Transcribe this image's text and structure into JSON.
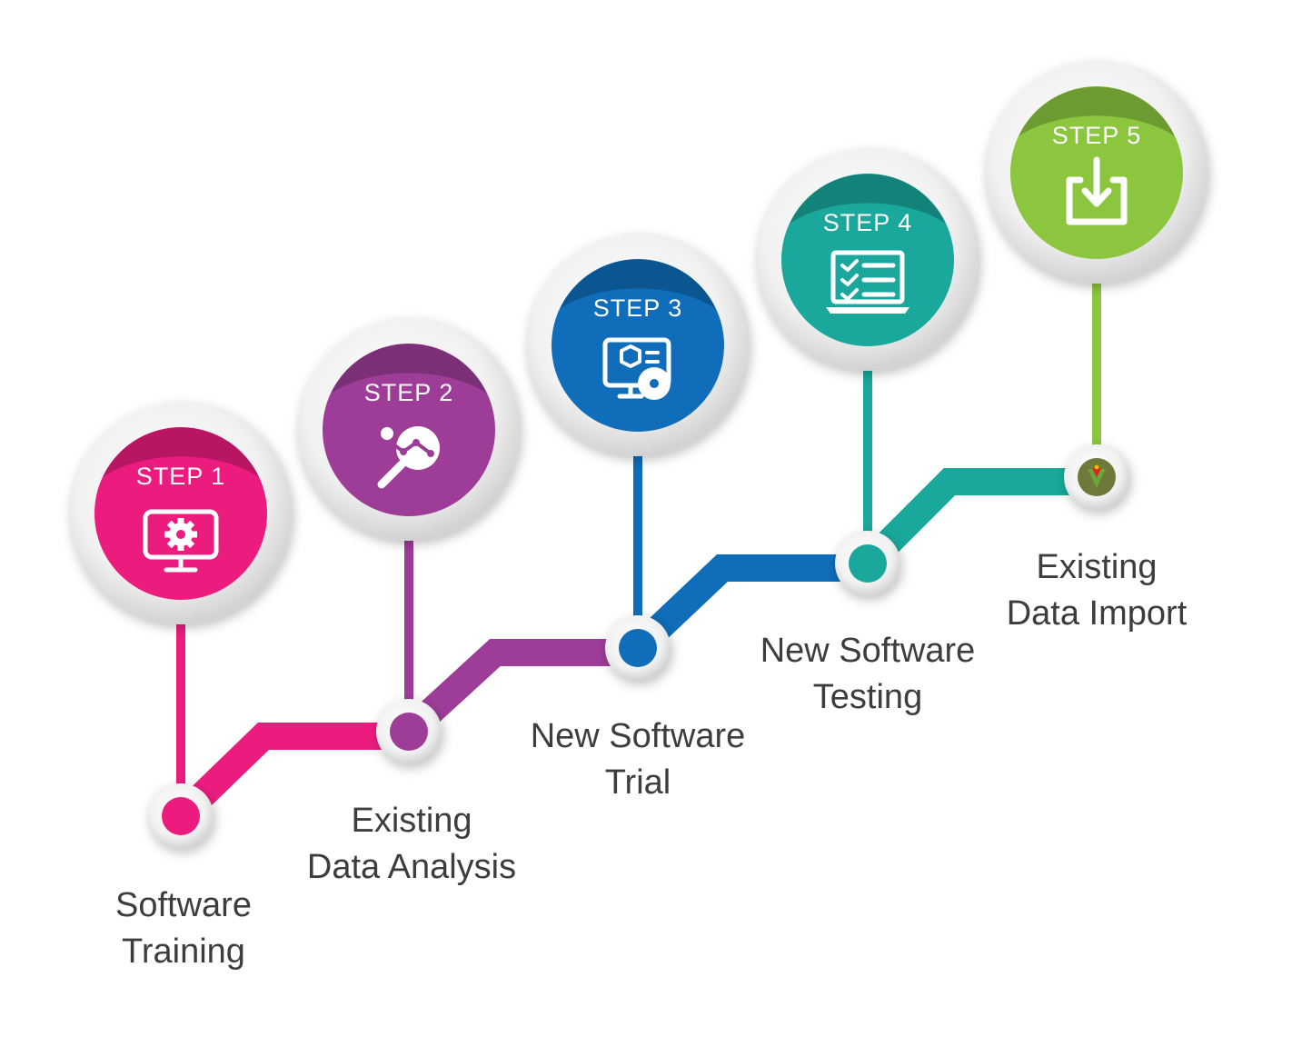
{
  "steps": [
    {
      "title": "STEP 1",
      "caption": [
        "Software",
        "Training"
      ],
      "color": "#EC1C7F",
      "icon": "monitor-gear-icon"
    },
    {
      "title": "STEP 2",
      "caption": [
        "Existing",
        "Data Analysis"
      ],
      "color": "#9E3D98",
      "icon": "analysis-magnifier-icon"
    },
    {
      "title": "STEP 3",
      "caption": [
        "New Software",
        "Trial"
      ],
      "color": "#0F6DBA",
      "icon": "software-disc-icon"
    },
    {
      "title": "STEP 4",
      "caption": [
        "New Software",
        "Testing"
      ],
      "color": "#19A89B",
      "icon": "checklist-laptop-icon"
    },
    {
      "title": "STEP 5",
      "caption": [
        "Existing",
        "Data Import"
      ],
      "color": "#8CC63F",
      "icon": "download-tray-icon"
    }
  ],
  "logo": {
    "name": "company-logo",
    "colors": [
      "#6BA539",
      "#E31E24",
      "#F4B400"
    ]
  }
}
